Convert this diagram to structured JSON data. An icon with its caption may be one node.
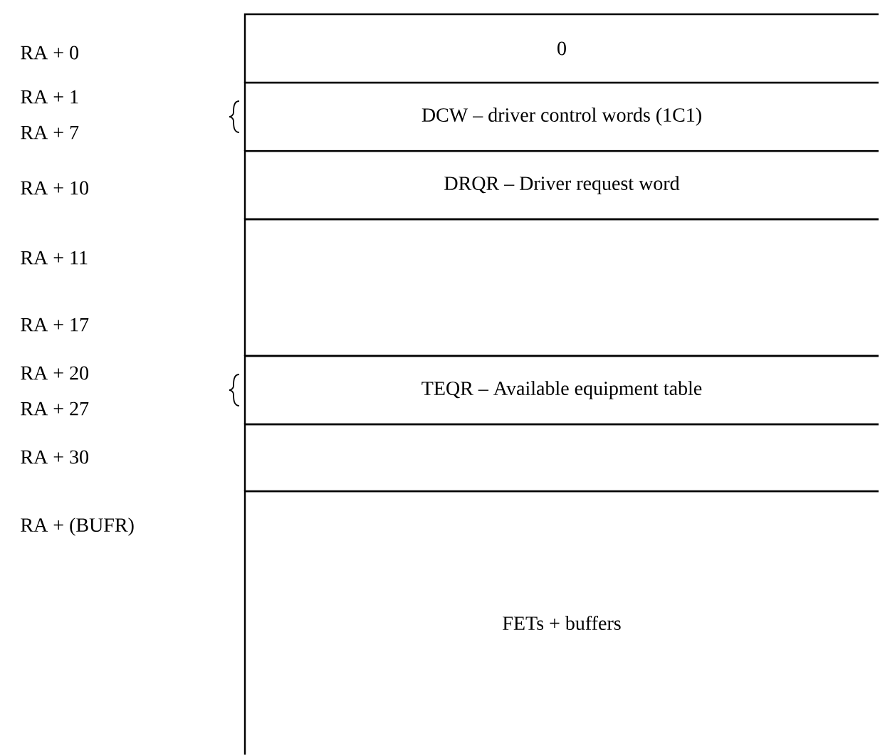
{
  "diagram": {
    "nodes": [
      {
        "text": [
          "0"
        ]
      },
      {
        "text": [
          "DCW – driver control words (1C1)"
        ]
      },
      {
        "text": [
          "DRQR – Driver request word"
        ]
      },
      {
        "text": [],
        "shape": "box"
      },
      {
        "text": [
          "TEQR – Available equipment table"
        ]
      },
      {
        "text": [],
        "shape": "box"
      },
      {
        "text": [
          "FETs + buffers"
        ]
      }
    ],
    "labels": [
      "RA + 0",
      "RA + 1",
      "RA + 7",
      "RA + 10",
      "RA + 11",
      "RA + 17",
      "RA + 20",
      "RA + 27",
      "RA + 30",
      "RA + (BUFR)"
    ]
  }
}
